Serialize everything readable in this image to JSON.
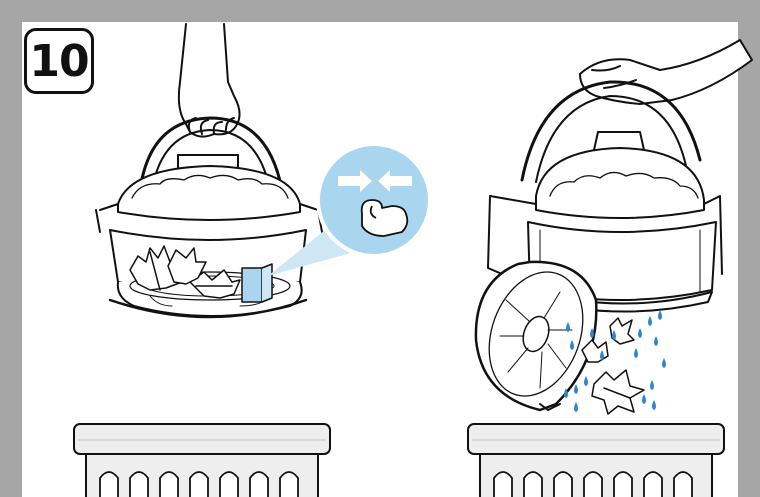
{
  "step": {
    "number": "10"
  },
  "colors": {
    "frame": "#a6a6a6",
    "line": "#111111",
    "callout": "#a9d5ee",
    "callout_light": "#cfe7f5",
    "water": "#2f86c9",
    "bin": "#eeeeee",
    "bin_shadow": "#d8d8d8"
  },
  "illustrations": [
    {
      "id": "left",
      "icons": [
        "hand-icon",
        "canister-icon",
        "leaf-icon",
        "latch-icon",
        "trash-bin-icon"
      ],
      "callout": {
        "icons": [
          "arrow-right-icon",
          "arrow-left-icon",
          "pinch-hand-icon"
        ]
      }
    },
    {
      "id": "right",
      "icons": [
        "hand-icon",
        "canister-icon",
        "open-lid-icon",
        "leaf-icon",
        "water-drop-icon",
        "trash-bin-icon"
      ]
    }
  ]
}
